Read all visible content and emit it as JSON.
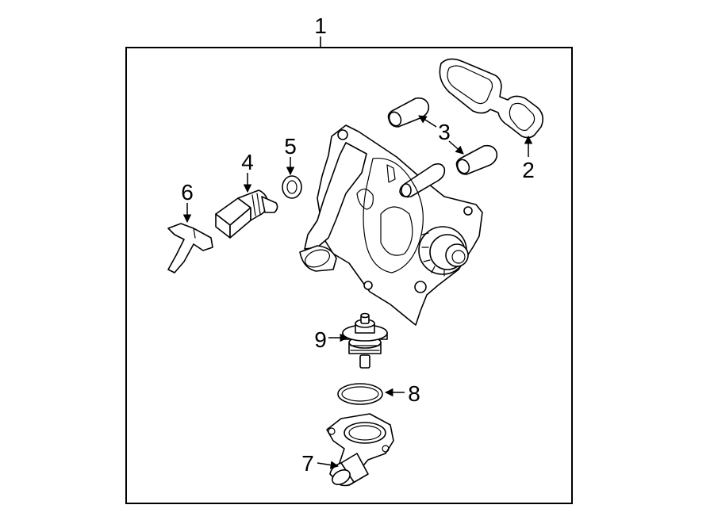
{
  "diagram": {
    "callouts": {
      "c1": "1",
      "c2": "2",
      "c3": "3",
      "c4": "4",
      "c5": "5",
      "c6": "6",
      "c7": "7",
      "c8": "8",
      "c9": "9"
    },
    "colors": {
      "line": "#000000",
      "background": "#ffffff"
    }
  }
}
